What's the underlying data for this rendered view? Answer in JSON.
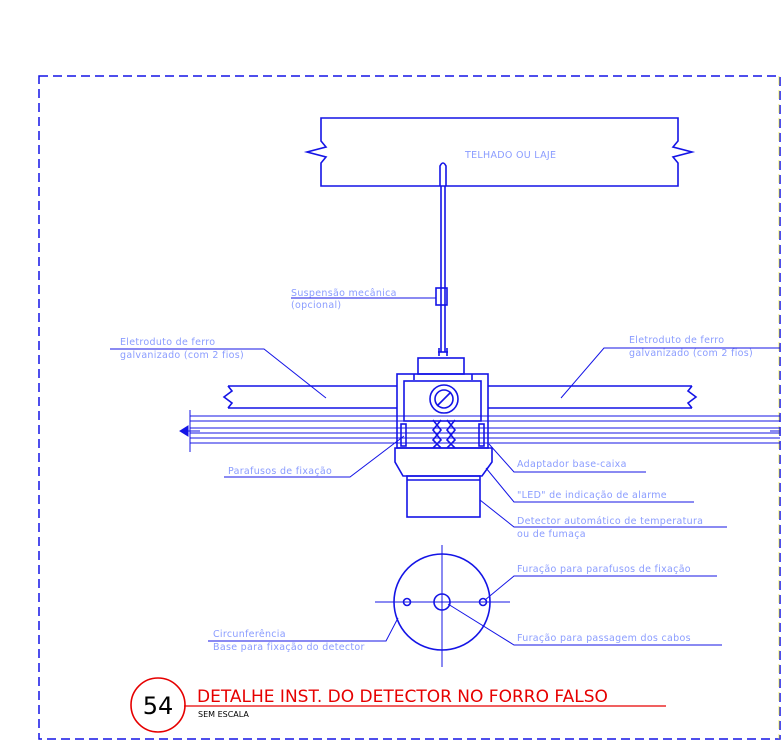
{
  "drawing": {
    "number": "54",
    "title": "DETALHE INST. DO DETECTOR NO FORRO FALSO",
    "scale_note": "SEM ESCALA"
  },
  "labels": {
    "roof": "TELHADO OU LAJE",
    "suspension_line1": "Suspensão mecânica",
    "suspension_line2": "(opcional)",
    "conduit_left_line1": "Eletroduto de ferro",
    "conduit_left_line2": "galvanizado (com 2 fios)",
    "conduit_right_line1": "Eletroduto de ferro",
    "conduit_right_line2": "galvanizado (com 2 fios)",
    "screws": "Parafusos de fixação",
    "adapter": "Adaptador base-caixa",
    "led": "\"LED\" de indicação de alarme",
    "detector_line1": "Detector automático de temperatura",
    "detector_line2": "ou de fumaça",
    "screw_holes": "Furação para parafusos de fixação",
    "circumference_line1": "Circunferência",
    "circumference_line2": "Base para fixação do detector",
    "cable_hole": "Furação para passagem dos cabos"
  },
  "colors": {
    "drawing": "#1414e6",
    "label": "#8a9cff",
    "title": "#e60000",
    "border": "#1414e6"
  }
}
